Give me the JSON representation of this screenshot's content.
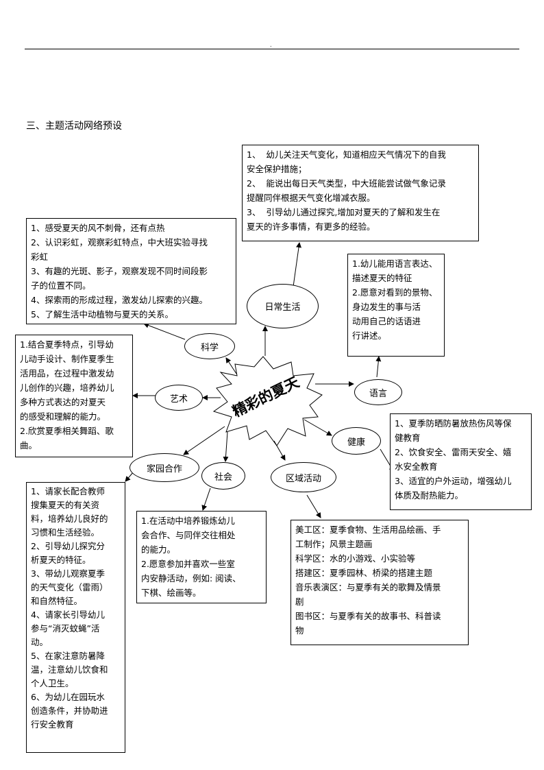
{
  "header": {
    "dot": "."
  },
  "section_title": "三、主题活动网络预设",
  "center": {
    "title": "精彩的夏天"
  },
  "nodes": {
    "richang": "日常生活",
    "kexue": "科学",
    "yishu": "艺术",
    "yuyan": "语言",
    "jiankang": "健康",
    "jiayuan": "家园合作",
    "shehui": "社会",
    "quyu": "区域活动"
  },
  "boxes": {
    "richang": [
      "1、  幼儿关注天气变化，知道相应天气情况下的自我",
      "安全保护措施；",
      "2、  能说出每日天气类型，中大班能尝试做气象记录",
      "提醒同伴根据天气变化增减衣服。",
      "3、  引导幼儿通过探究,增加对夏天的了解和发生在",
      "夏天的许多事情，有更多的经验。"
    ],
    "kexue": [
      "1、感受夏天的风不刺骨，还有点热",
      "2、认识彩虹，观察彩虹特点，中大班实验寻找",
      "彩虹",
      "3、有趣的光斑、影子，观察发现不同时间段影",
      "子的位置不同。",
      "4、探索雨的形成过程，激发幼儿探索的兴趣。",
      "5、了解生活中动植物与夏天的关系。"
    ],
    "yuyan": [
      "1.幼儿能用语言表达、",
      "描述夏天的特征",
      "2.愿意对看到的景物、",
      "身边发生的事与活",
      "动用自己的话语进",
      "行讲述。"
    ],
    "yishu": [
      "1.结合夏季特点，引导幼",
      "儿动手设计、制作夏季生",
      "活用品，在过程中激发幼",
      "儿创作的兴趣，培养幼儿",
      "多种方式表达的对夏天",
      "的感受和理解的能力。",
      "2.欣赏夏季相关舞蹈、歌",
      "曲。"
    ],
    "jiankang": [
      "1、夏季防晒防暑放热伤风等保",
      "健教育",
      "2、饮食安全、雷雨天安全、嬉",
      "水安全教育",
      "3、适宜的户外运动，增强幼儿",
      "体质及耐热能力。"
    ],
    "jiayuan": [
      "1、请家长配合教师",
      "搜集夏天的有关资",
      "料，培养幼儿良好的",
      "习惯和生活经验。",
      "2、引导幼儿探究分",
      "析夏天的特征。",
      "3、带幼儿观察夏季",
      "的天气变化（雷雨）",
      "和自然特征。",
      "4、请家长引导幼儿",
      "参与“消灭蚊蝇”活",
      "动。",
      "5、在家注意防暑降",
      "温，注意幼儿饮食和",
      "个人卫生。",
      "6、为幼儿在园玩水",
      "创造条件，并协助进",
      "行安全教育"
    ],
    "shehui": [
      "1.在活动中培养锻炼幼儿",
      "会合作、与同伴交往相处",
      "的能力。",
      "2.愿意参加并喜欢一些室",
      "内安静活动，例如: 阅读、",
      "下棋、绘画等。"
    ],
    "quyu": [
      "美工区：夏季食物、生活用品绘画、手",
      "工制作；风景主题画",
      "科学区：水的小游戏、小实验等",
      "搭建区：夏季园林、桥梁的搭建主题",
      "音乐表演区：与夏季有关的歌舞及情景",
      "剧",
      "图书区：与夏季有关的故事书、科普读",
      "物"
    ]
  }
}
